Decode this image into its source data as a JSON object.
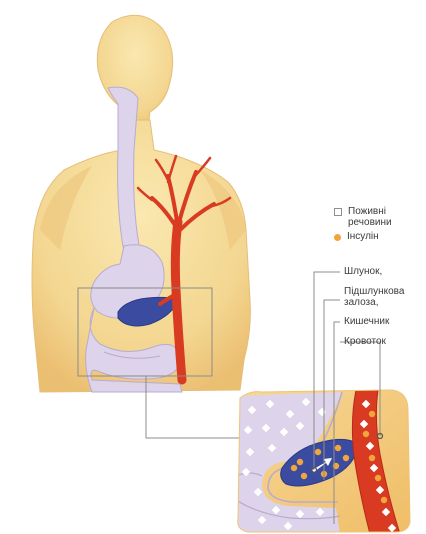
{
  "legend": {
    "nutrients": "Поживні речовини",
    "nutrients_line1": "Поживні",
    "nutrients_line2": "речовини",
    "insulin": "Інсулін"
  },
  "labels": {
    "stomach": "Шлунок,",
    "pancreas_line1": "Підшлункова",
    "pancreas_line2": "залоза,",
    "intestine": "Кишечник",
    "bloodstream": "Кровоток"
  },
  "colors": {
    "body_skin": "#f3d690",
    "body_shade": "#e9b867",
    "digestive": "#d9cfe8",
    "pancreas": "#3a4ba0",
    "blood_vessel": "#d93a22",
    "insulin": "#f0a63a",
    "label_line": "#8c8c8c",
    "inset_bg": "#f4c979"
  }
}
